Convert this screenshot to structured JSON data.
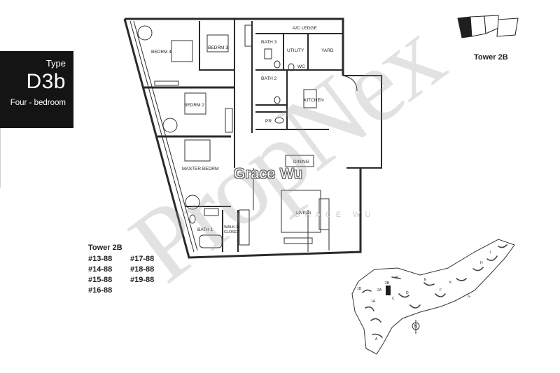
{
  "unit_type": {
    "label": "Type",
    "code": "D3b",
    "description": "Four - bedroom"
  },
  "key_plan": {
    "tower_label": "Tower 2B"
  },
  "units_list": {
    "title": "Tower 2B",
    "column_1": [
      "#13-88",
      "#14-88",
      "#15-88",
      "#16-88"
    ],
    "column_2": [
      "#17-88",
      "#18-88",
      "#19-88"
    ]
  },
  "rooms": {
    "bedrm_4": "BEDRM 4",
    "bedrm_3": "BEDRM 3",
    "bedrm_2": "BEDRM 2",
    "master_bedrm": "MASTER BEDRM",
    "ac_ledge": "A/C LEDGE",
    "bath_3": "BATH 3",
    "utility": "UTILITY",
    "yard": "YARD",
    "wc": "WC",
    "bath_2": "BATH 2",
    "kitchen": "KITCHEN",
    "pr": "PR",
    "dining": "DINING",
    "living": "LIVING",
    "bath_1": "BATH 1",
    "walk_in": "WALK-IN",
    "closet": "CLOSET"
  },
  "site_plan": {
    "block_labels": [
      "1B",
      "2A",
      "2B",
      "1A",
      "C",
      "D",
      "E",
      "F",
      "G",
      "H",
      "J",
      "K",
      "A",
      "B"
    ],
    "north_label": "N"
  },
  "watermark": {
    "brand": "PropNex",
    "agent_name": "Grace Wu",
    "agent_sub": "GRACE WU"
  },
  "colors": {
    "panel": "#141414",
    "line": "#2a2a2a",
    "highlight": "#1e1e1e",
    "watermark": "#969696"
  }
}
